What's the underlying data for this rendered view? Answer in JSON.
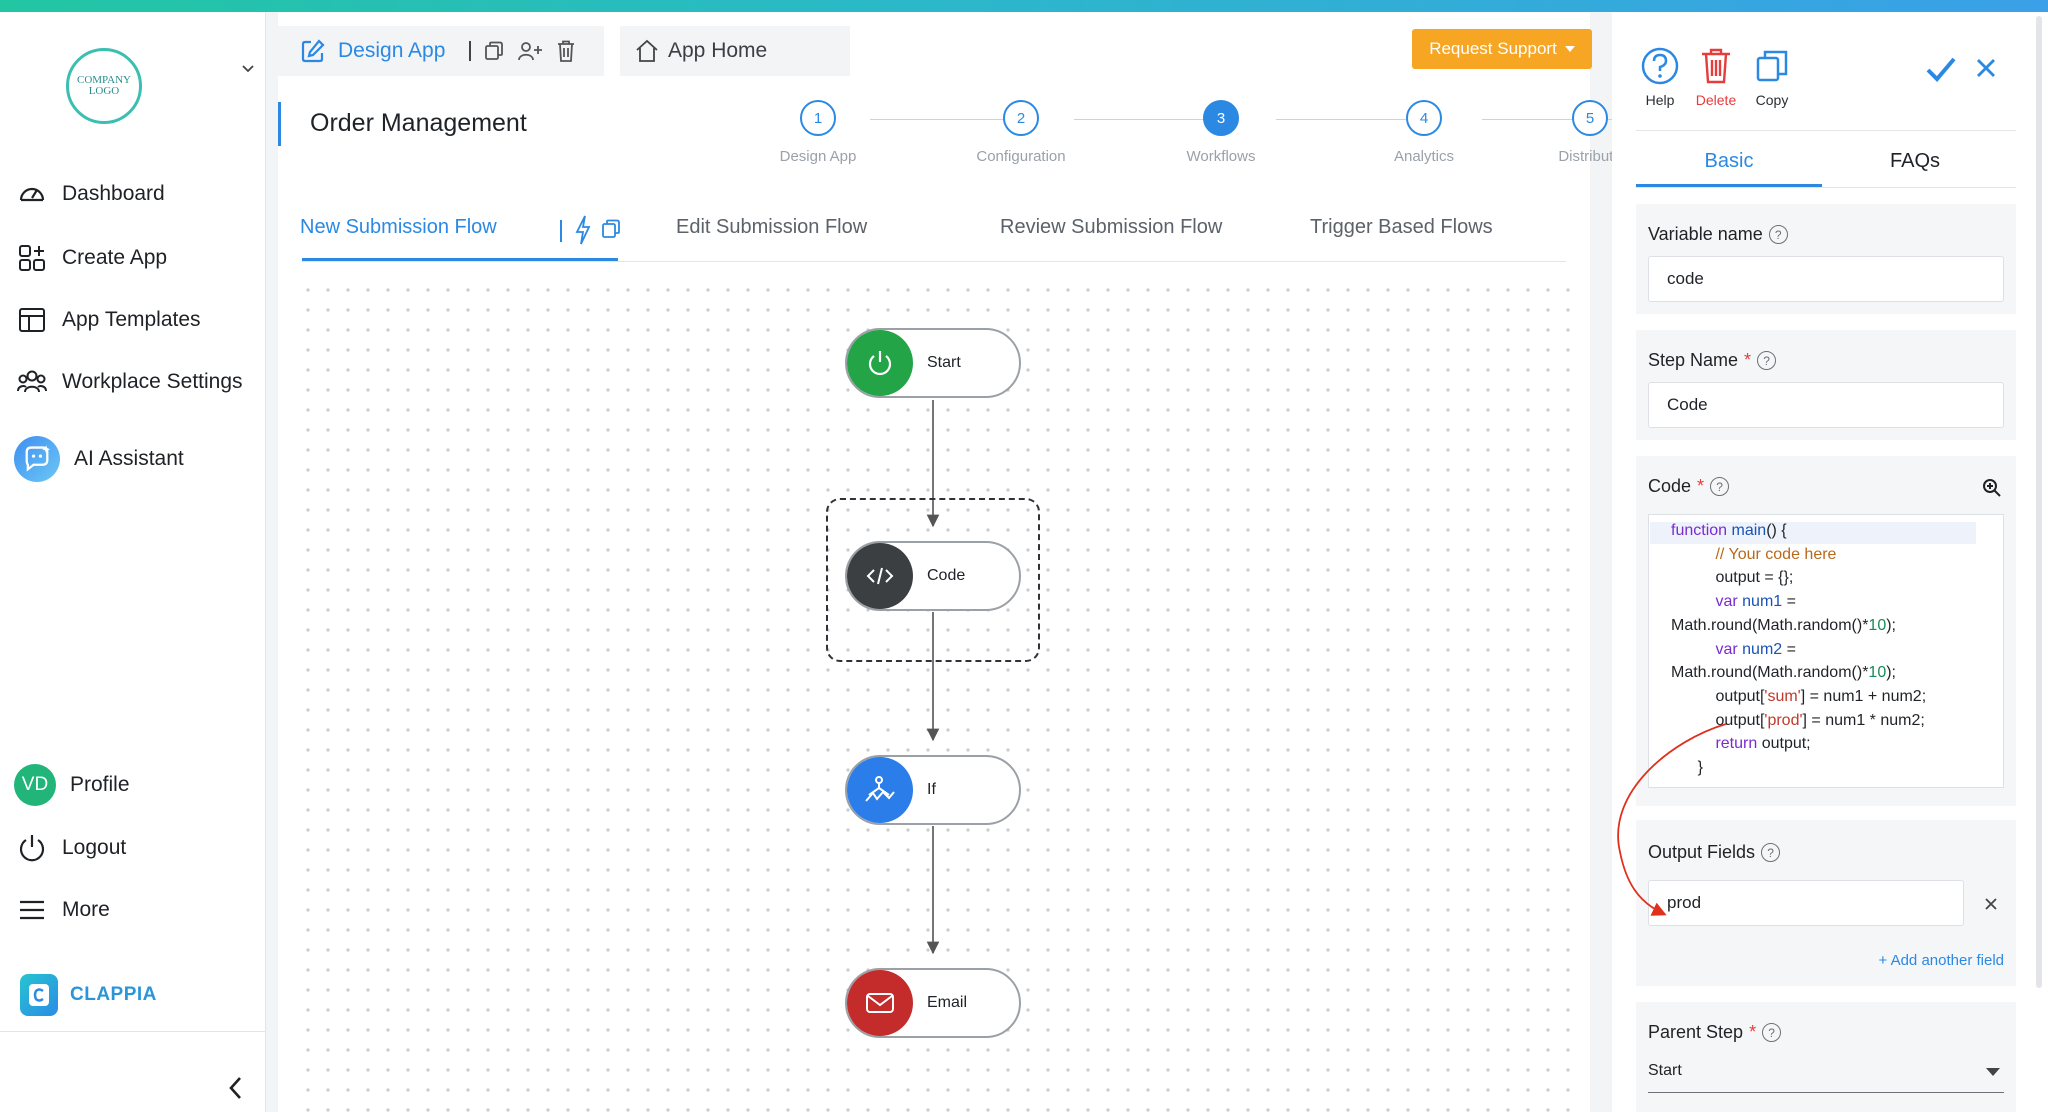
{
  "sidebar": {
    "logo_text": "COMPANY LOGO",
    "nav": [
      {
        "label": "Dashboard",
        "icon": "dashboard-icon"
      },
      {
        "label": "Create App",
        "icon": "create-app-icon"
      },
      {
        "label": "App Templates",
        "icon": "templates-icon"
      },
      {
        "label": "Workplace Settings",
        "icon": "users-icon"
      },
      {
        "label": "AI Assistant",
        "icon": "ai-assistant-icon"
      }
    ],
    "profile": {
      "initials": "VD",
      "label": "Profile"
    },
    "logout_label": "Logout",
    "more_label": "More",
    "brand": "CLAPPIA"
  },
  "header": {
    "design_tab": "Design App",
    "home_tab": "App Home",
    "request_support": "Request Support",
    "page_title": "Order Management"
  },
  "stepper": [
    {
      "num": "1",
      "label": "Design App",
      "active": false
    },
    {
      "num": "2",
      "label": "Configuration",
      "active": false
    },
    {
      "num": "3",
      "label": "Workflows",
      "active": true
    },
    {
      "num": "4",
      "label": "Analytics",
      "active": false
    },
    {
      "num": "5",
      "label": "Distribute",
      "active": false
    }
  ],
  "flow_tabs": [
    "New Submission Flow",
    "Edit Submission Flow",
    "Review Submission Flow",
    "Trigger Based Flows"
  ],
  "nodes": [
    {
      "label": "Start",
      "color": "#22a447",
      "icon": "power-icon"
    },
    {
      "label": "Code",
      "color": "#3c3f42",
      "icon": "code-icon"
    },
    {
      "label": "If",
      "color": "#2b7de9",
      "icon": "branch-icon"
    },
    {
      "label": "Email",
      "color": "#c42b2b",
      "icon": "mail-icon"
    }
  ],
  "right_panel": {
    "tools": {
      "help": "Help",
      "delete": "Delete",
      "copy": "Copy"
    },
    "tabs": [
      "Basic",
      "FAQs"
    ],
    "variable_name": {
      "label": "Variable name",
      "value": "code"
    },
    "step_name": {
      "label": "Step Name",
      "required": "*",
      "value": "Code"
    },
    "code": {
      "label": "Code",
      "required": "*"
    },
    "output_fields": {
      "label": "Output Fields",
      "value": "prod",
      "add": "+ Add another field"
    },
    "parent_step": {
      "label": "Parent Step",
      "required": "*",
      "value": "Start"
    }
  },
  "colors": {
    "accent": "#2b89e3",
    "warning": "#f6a623",
    "danger": "#e53c3c"
  }
}
